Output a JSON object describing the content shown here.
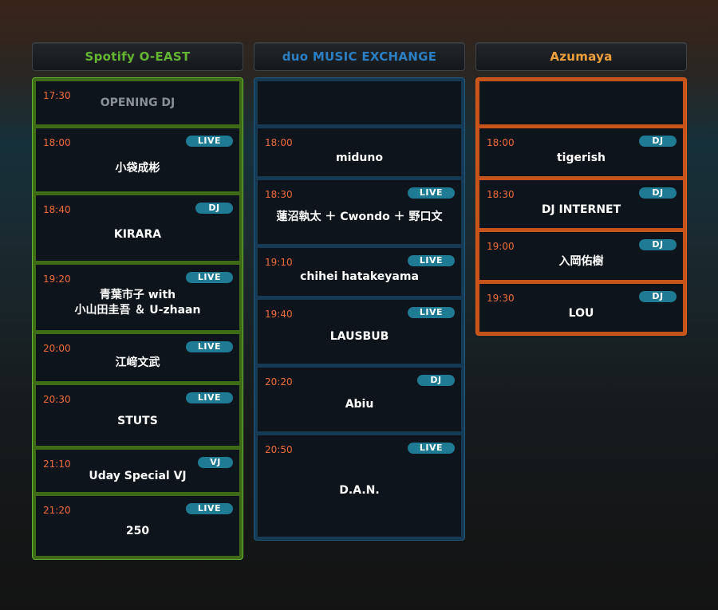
{
  "colors": {
    "venue_a": "#64b531",
    "venue_b": "#1f6fa8",
    "venue_c": "#e0601c",
    "time_text": "#ef6b3a",
    "badge_bg": "#1f7a93",
    "slot_bg": "#0e141b"
  },
  "venues": [
    {
      "name": "Spotify O-EAST",
      "slots": [
        {
          "time": "17:30",
          "badge": "",
          "name": "OPENING DJ"
        },
        {
          "time": "18:00",
          "badge": "LIVE",
          "name": "小袋成彬"
        },
        {
          "time": "18:40",
          "badge": "DJ",
          "name": "KIRARA"
        },
        {
          "time": "19:20",
          "badge": "LIVE",
          "name": "青葉市子 with",
          "name2": "小山田圭吾 ＆ U-zhaan"
        },
        {
          "time": "20:00",
          "badge": "LIVE",
          "name": "江﨑文武"
        },
        {
          "time": "20:30",
          "badge": "LIVE",
          "name": "STUTS"
        },
        {
          "time": "21:10",
          "badge": "VJ",
          "name": "Uday Special VJ"
        },
        {
          "time": "21:20",
          "badge": "LIVE",
          "name": "250"
        }
      ]
    },
    {
      "name": "duo MUSIC EXCHANGE",
      "slots": [
        {
          "time": "",
          "badge": "",
          "name": ""
        },
        {
          "time": "18:00",
          "badge": "",
          "name": "miduno"
        },
        {
          "time": "18:30",
          "badge": "LIVE",
          "name": "蓮沼執太 ＋ Cwondo ＋ 野口文"
        },
        {
          "time": "19:10",
          "badge": "LIVE",
          "name": "chihei hatakeyama"
        },
        {
          "time": "19:40",
          "badge": "LIVE",
          "name": "LAUSBUB"
        },
        {
          "time": "20:20",
          "badge": "DJ",
          "name": "Abiu"
        },
        {
          "time": "20:50",
          "badge": "LIVE",
          "name": "D.A.N."
        }
      ]
    },
    {
      "name": "Azumaya",
      "slots": [
        {
          "time": "",
          "badge": "",
          "name": ""
        },
        {
          "time": "18:00",
          "badge": "DJ",
          "name": "tigerish"
        },
        {
          "time": "18:30",
          "badge": "DJ",
          "name": "DJ INTERNET"
        },
        {
          "time": "19:00",
          "badge": "DJ",
          "name": "入岡佑樹"
        },
        {
          "time": "19:30",
          "badge": "DJ",
          "name": "LOU"
        }
      ]
    }
  ]
}
